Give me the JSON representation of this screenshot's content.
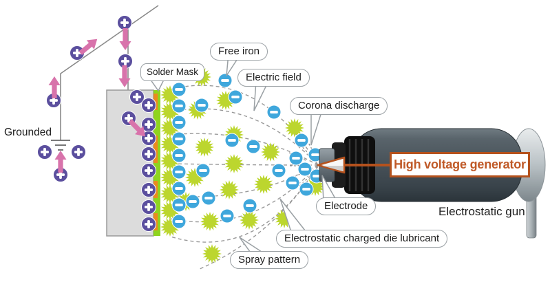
{
  "diagram": {
    "labels": {
      "grounded": "Grounded",
      "solder_mask": "Solder Mask",
      "free_iron": "Free iron",
      "electric_field": "Electric field",
      "corona_discharge": "Corona discharge",
      "electrode": "Electrode",
      "die_lubricant": "Electrostatic charged die lubricant",
      "spray_pattern": "Spray pattern",
      "electrostatic_gun": "Electrostatic gun",
      "high_voltage_generator": "High voltage generator"
    },
    "colors": {
      "positive_charge": "#5b4f9e",
      "negative_charge": "#3fa7dc",
      "lubricant_particle": "#bcd62e",
      "solder_mask_green": "#8fd41f",
      "mask_dash_orange": "#ec8a1e",
      "pink_arrow": "#d873ab",
      "hv_accent": "#b5521d",
      "hv_text": "#c05a28",
      "gun_body": "#49545b",
      "wire_gray": "#8a8a8a",
      "field_line": "#999999",
      "bubble_border": "#9aa0a4",
      "plate_gray": "#dcdcdc",
      "text_dark": "#1c1c1c"
    }
  }
}
